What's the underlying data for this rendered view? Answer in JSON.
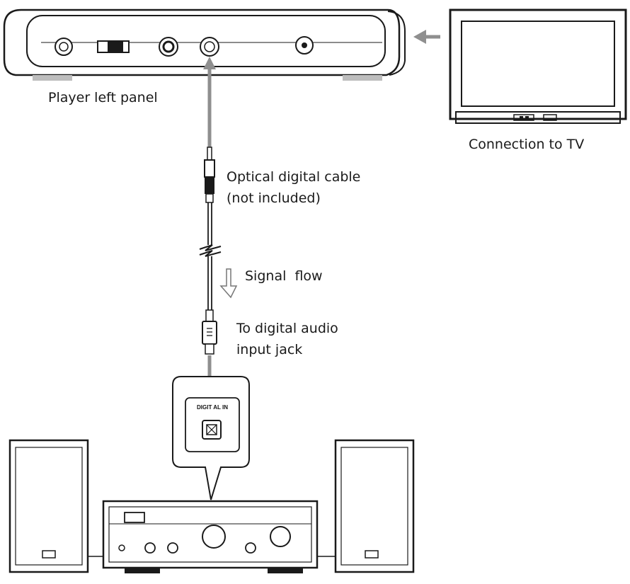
{
  "labels": {
    "player_left_panel": "Player left panel",
    "connection_to_tv": "Connection to TV",
    "cable_line1": "Optical digital cable",
    "cable_line2": "(not included)",
    "signal_flow": "Signal  flow",
    "jack_line1": "To digital audio",
    "jack_line2": "input jack",
    "digital_in": "DIGIT AL IN"
  },
  "colors": {
    "line": "#1a1a1a",
    "signal_arrow": "#8f8f8f",
    "background": "#ffffff"
  }
}
